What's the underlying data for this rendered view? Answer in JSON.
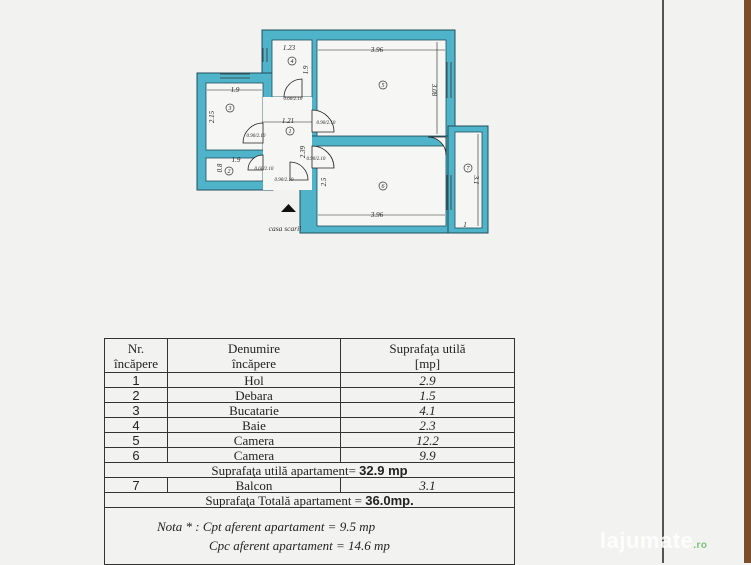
{
  "plan": {
    "rooms": [
      "1",
      "2",
      "3",
      "4",
      "5",
      "6",
      "7"
    ],
    "dimensions": {
      "baie_width": "1.23",
      "baie_depth": "1.9",
      "room5_width": "3.96",
      "room5_depth": "3.08",
      "kitchen_width": "1.9",
      "kitchen_depth": "2.15",
      "hall_width": "1.21",
      "hall_depth": "2.39",
      "debara_width": "1.9",
      "debara_depth": "0.8",
      "room6_width": "3.96",
      "room6_depth": "2.5",
      "balcony_depth": "3.1",
      "balcony_width": "1"
    },
    "doors": [
      "0.60/2.10",
      "0.90/2.10",
      "0.90/2.10",
      "0.60/2.10",
      "0.90/2.10",
      "0.90/2.10"
    ],
    "stair_label": "casa scarii",
    "wall_color": "#4fb3c9"
  },
  "table": {
    "headers": {
      "nr": [
        "Nr.",
        "încăpere"
      ],
      "name": [
        "Denumire",
        "încăpere"
      ],
      "area": [
        "Suprafaţa utilă",
        "[mp]"
      ]
    },
    "rows": [
      {
        "nr": "1",
        "name": "Hol",
        "area": "2.9"
      },
      {
        "nr": "2",
        "name": "Debara",
        "area": "1.5"
      },
      {
        "nr": "3",
        "name": "Bucatarie",
        "area": "4.1"
      },
      {
        "nr": "4",
        "name": "Baie",
        "area": "2.3"
      },
      {
        "nr": "5",
        "name": "Camera",
        "area": "12.2"
      },
      {
        "nr": "6",
        "name": "Camera",
        "area": "9.9"
      }
    ],
    "useful_label": "Suprafaţa utilă apartament=",
    "useful_value": "32.9 mp",
    "balcony": {
      "nr": "7",
      "name": "Balcon",
      "area": "3.1"
    },
    "total_label": "Suprafaţa Totală apartament =",
    "total_value": "36.0mp.",
    "note_line1": "Nota * : Cpt aferent apartament = 9.5 mp",
    "note_line2": "Cpc aferent apartament =   14.6 mp"
  },
  "watermark": {
    "brand": "lajumate",
    "suffix": ".ro"
  }
}
